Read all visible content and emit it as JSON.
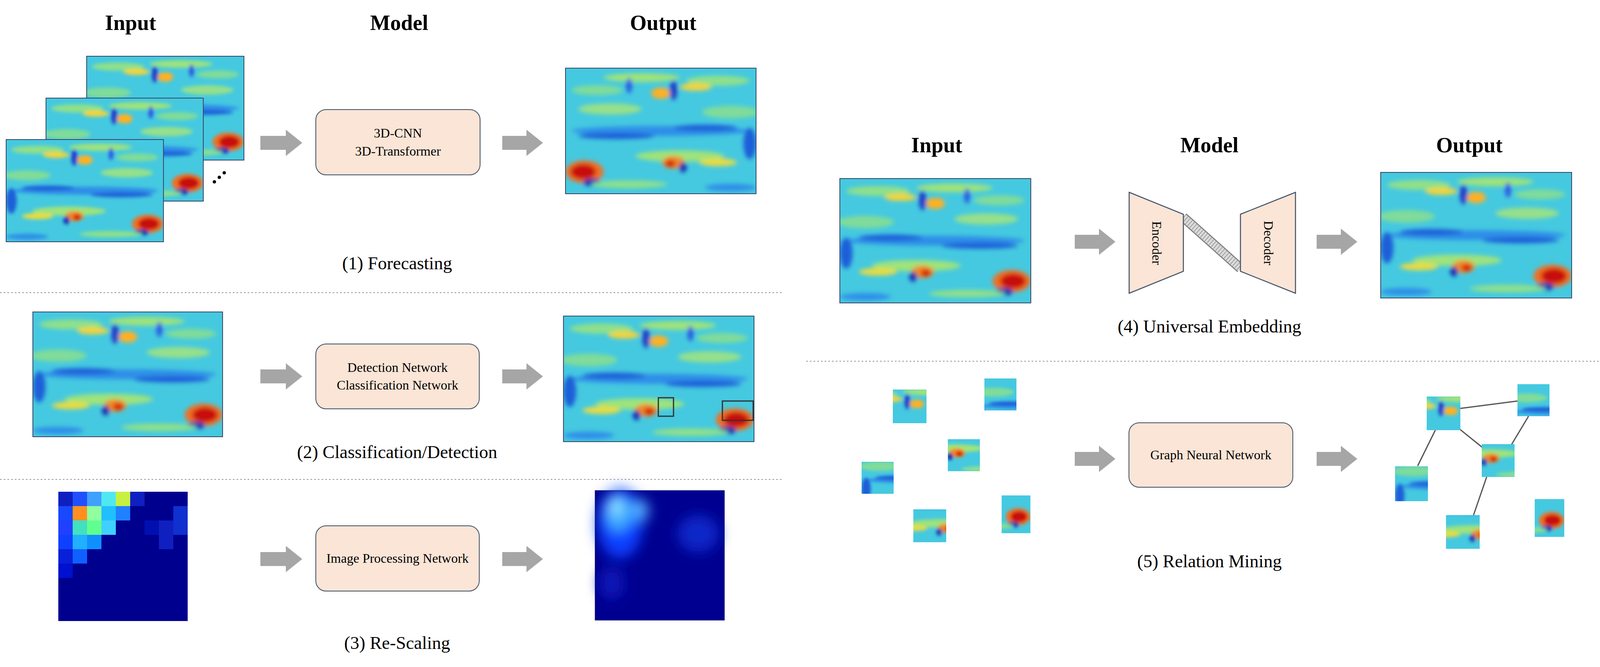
{
  "diagram": {
    "nodes": [
      {
        "text": [
          "3D-CNN",
          "3D-Transformer"
        ]
      },
      {
        "text": [
          "Detection Network",
          "Classification Network"
        ]
      },
      {
        "text": [
          "Image Processing Network"
        ]
      },
      {
        "text": [
          "Encoder"
        ]
      },
      {
        "text": [
          "Decoder"
        ]
      },
      {
        "text": [
          "Graph Neural Network"
        ]
      }
    ],
    "edges": [
      {
        "from": 3,
        "to": 4,
        "arrow": "none"
      }
    ],
    "labels": [
      "Input",
      "Model",
      "Output",
      "(1) Forecasting",
      "(2) Classification/Detection",
      "(3) Re-Scaling",
      "Input",
      "Model",
      "Output",
      "(4) Universal Embedding",
      "(5) Relation Mining"
    ]
  }
}
